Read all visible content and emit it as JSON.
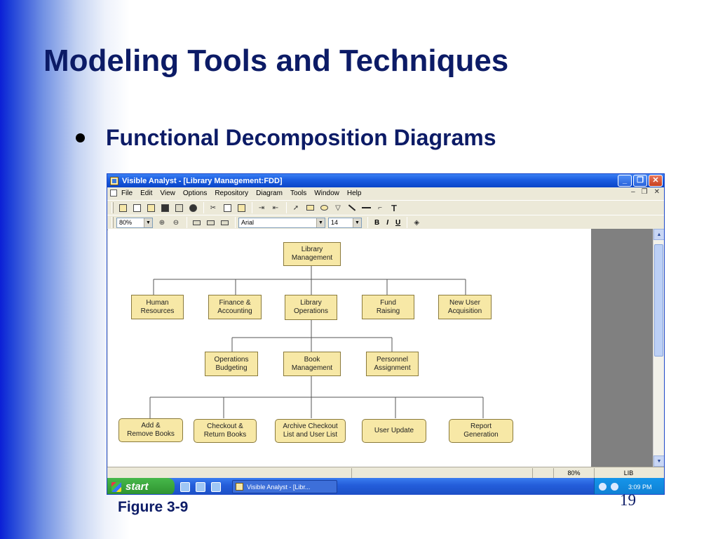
{
  "slide": {
    "title": "Modeling Tools and Techniques",
    "bullet": "Functional Decomposition Diagrams",
    "caption": "Figure 3-9",
    "page_number": "19"
  },
  "window": {
    "title": "Visible Analyst - [Library Management:FDD]",
    "buttons": {
      "minimize": "_",
      "restore": "❐",
      "close": "✕"
    }
  },
  "menu": [
    "File",
    "Edit",
    "View",
    "Options",
    "Repository",
    "Diagram",
    "Tools",
    "Window",
    "Help"
  ],
  "toolbar2": {
    "zoom": "80%",
    "font": "Arial",
    "font_size": "14",
    "bold": "B",
    "italic": "I",
    "underline": "U"
  },
  "diagram": {
    "root": "Library\nManagement",
    "level1": [
      "Human\nResources",
      "Finance &\nAccounting",
      "Library\nOperations",
      "Fund\nRaising",
      "New User\nAcquisition"
    ],
    "level2": [
      "Operations\nBudgeting",
      "Book\nManagement",
      "Personnel\nAssignment"
    ],
    "level3": [
      "Add &\nRemove Books",
      "Checkout &\nReturn Books",
      "Archive Checkout\nList and User List",
      "User Update",
      "Report\nGeneration"
    ]
  },
  "statusbar": {
    "zoom": "80%",
    "mode": "LIB"
  },
  "taskbar": {
    "start": "start",
    "task": "Visible Analyst - [Libr...",
    "time": "3:09 PM"
  },
  "colors": {
    "node_fill": "#f7e8a6",
    "title_blue": "#0c1b66",
    "xp_blue": "#245edb"
  }
}
